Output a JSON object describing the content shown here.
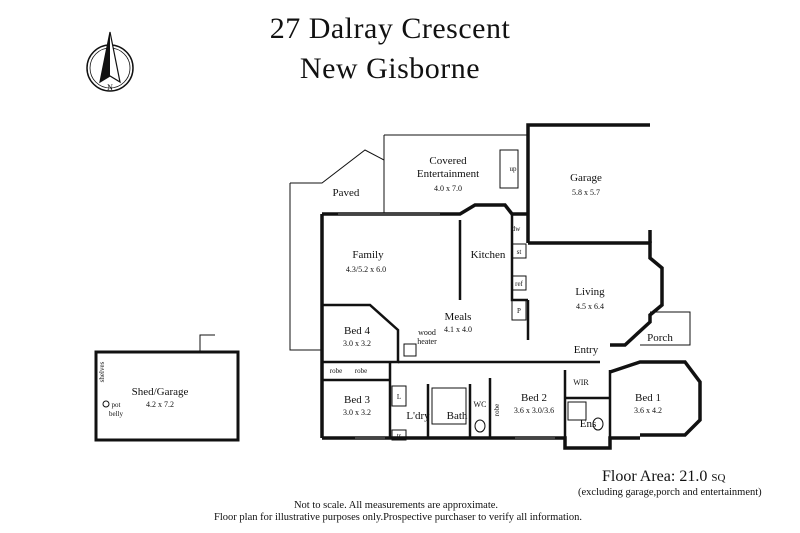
{
  "header": {
    "line1": "27 Dalray Crescent",
    "line2": "New Gisborne"
  },
  "compass": {
    "label": "N"
  },
  "rooms": {
    "covered": {
      "name": "Covered",
      "name2": "Entertainment",
      "dims": "4.0 x 7.0"
    },
    "garage": {
      "name": "Garage",
      "dims": "5.8 x 5.7"
    },
    "paved": {
      "name": "Paved"
    },
    "family": {
      "name": "Family",
      "dims": "4.3/5.2 x 6.0"
    },
    "kitchen": {
      "name": "Kitchen"
    },
    "living": {
      "name": "Living",
      "dims": "4.5 x 6.4"
    },
    "meals": {
      "name": "Meals",
      "dims": "4.1 x 4.0"
    },
    "bed4": {
      "name": "Bed 4",
      "dims": "3.0 x 3.2"
    },
    "wood": {
      "name": "wood",
      "name2": "heater"
    },
    "porch": {
      "name": "Porch"
    },
    "entry": {
      "name": "Entry"
    },
    "bed3": {
      "name": "Bed 3",
      "dims": "3.0 x 3.2"
    },
    "ldry": {
      "name": "L'dry"
    },
    "bath": {
      "name": "Bath"
    },
    "wc": {
      "name": "WC"
    },
    "bed2": {
      "name": "Bed 2",
      "dims": "3.6 x 3.0/3.6"
    },
    "wir": {
      "name": "WIR"
    },
    "ens": {
      "name": "Ens"
    },
    "bed1": {
      "name": "Bed 1",
      "dims": "3.6 x 4.2"
    },
    "shed": {
      "name": "Shed/Garage",
      "dims": "4.2 x 7.2"
    }
  },
  "fixtures": {
    "up": "up",
    "dw": "dw",
    "st": "st",
    "ref": "ref",
    "p": "P",
    "robe": "robe",
    "robe2": "robe",
    "robe3": "robe",
    "l": "L",
    "tr": "tr",
    "shelves": "shelves",
    "pot": "pot",
    "belly": "belly"
  },
  "floor_area": {
    "label": "Floor Area: 21.0",
    "unit": "SQ",
    "note": "(excluding garage,porch and  entertainment)"
  },
  "disclaimer": {
    "line1": "Not to scale. All measurements are approximate.",
    "line2": "Floor plan for illustrative purposes only.Prospective purchaser to verify all information."
  }
}
